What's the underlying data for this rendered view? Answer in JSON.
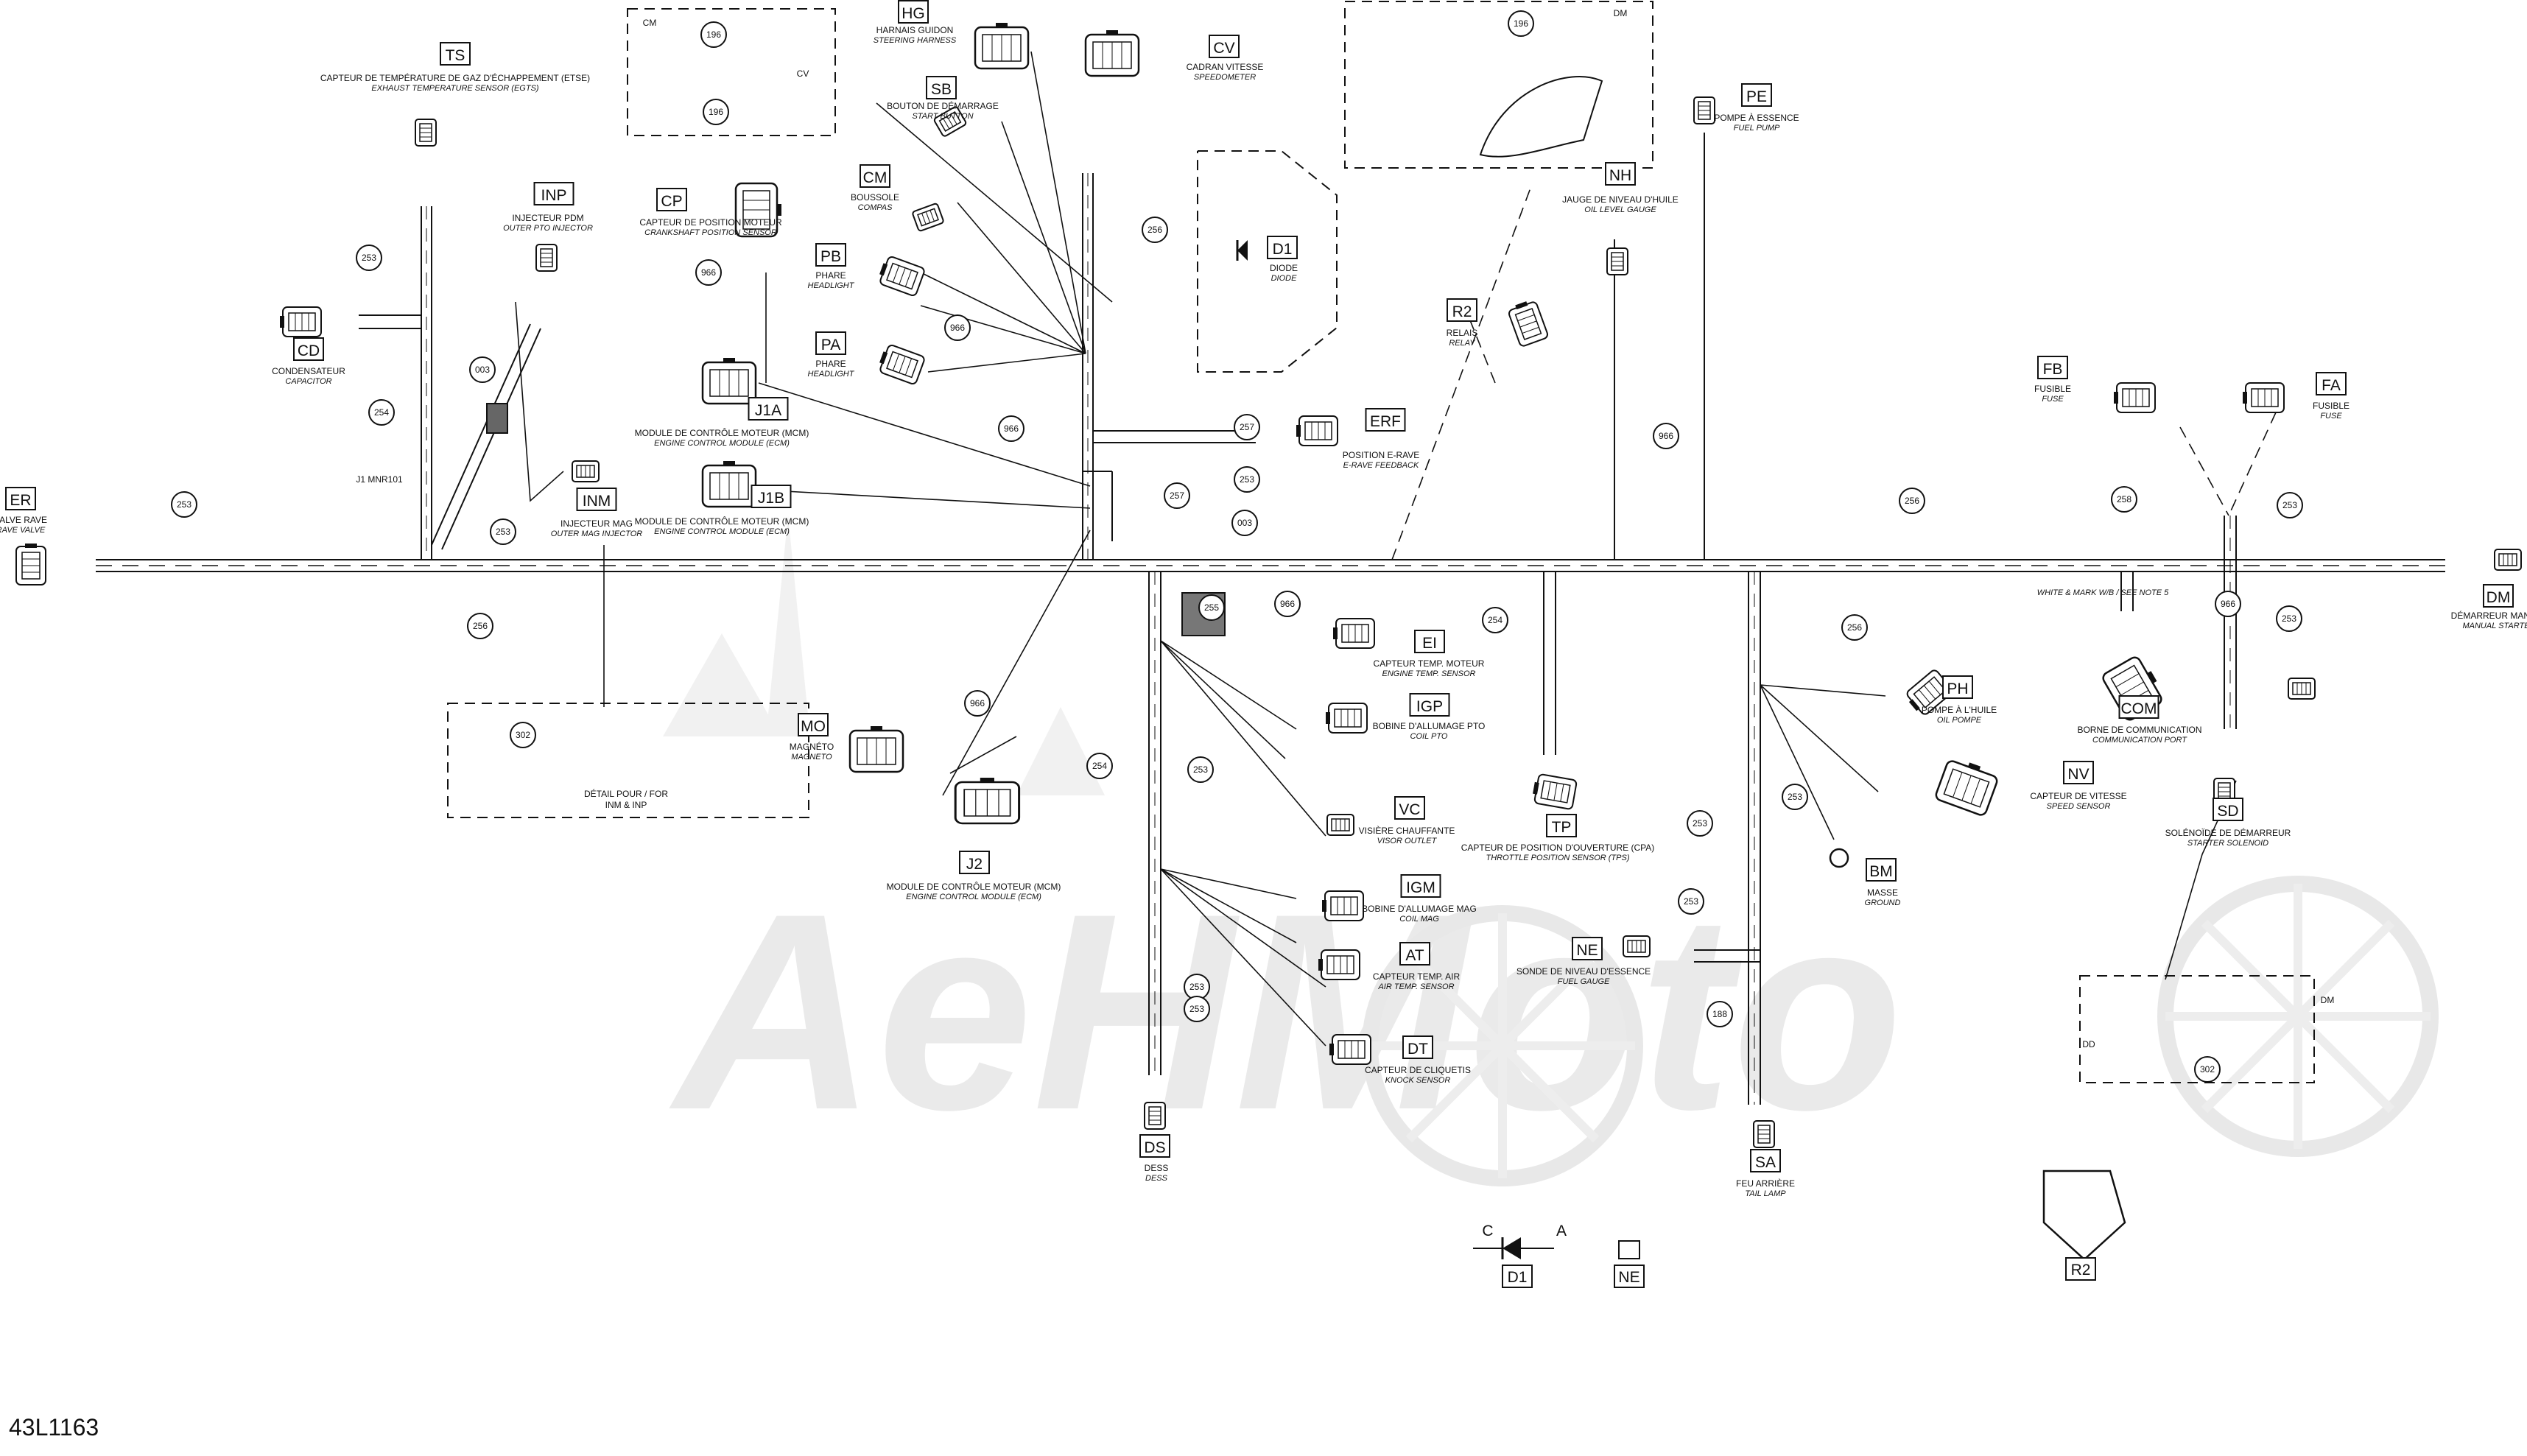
{
  "figure_ref": "43L1163",
  "watermark": "AeHMoto",
  "numbers": {
    "n253": "253",
    "n254": "254",
    "n256": "256",
    "n257": "257",
    "n255": "255",
    "n003": "003",
    "n966": "966",
    "n196": "196",
    "n302": "302",
    "n258": "258",
    "n188": "188"
  },
  "detail_labels": {
    "cm": "CM",
    "cv": "CV",
    "dm": "DM",
    "dd": "DD",
    "j1": "J1 MNR101",
    "wire_note": "WHITE & MARK W/B / SEE NOTE 5",
    "detail_inm": "DÉTAIL POUR / FOR",
    "detail_inm_codes": "INM & INP",
    "diode_c": "C",
    "diode_a": "A"
  },
  "components": {
    "TS": {
      "code": "TS",
      "fr": "CAPTEUR DE TEMPÉRATURE DE GAZ D'ÉCHAPPEMENT (ETSE)",
      "en": "EXHAUST TEMPERATURE SENSOR (EGTS)"
    },
    "INP": {
      "code": "INP",
      "fr": "INJECTEUR PDM",
      "en": "OUTER PTO INJECTOR"
    },
    "CP": {
      "code": "CP",
      "fr": "CAPTEUR DE POSITION MOTEUR",
      "en": "CRANKSHAFT POSITION SENSOR"
    },
    "HG": {
      "code": "HG",
      "fr": "HARNAIS GUIDON",
      "en": "STEERING HARNESS"
    },
    "CV": {
      "code": "CV",
      "fr": "CADRAN VITESSE",
      "en": "SPEEDOMETER"
    },
    "SB": {
      "code": "SB",
      "fr": "BOUTON DE DÉMARRAGE",
      "en": "START BUTTON"
    },
    "CM": {
      "code": "CM",
      "fr": "BOUSSOLE",
      "en": "COMPAS"
    },
    "PB": {
      "code": "PB",
      "fr": "PHARE",
      "en": "HEADLIGHT"
    },
    "PA": {
      "code": "PA",
      "fr": "PHARE",
      "en": "HEADLIGHT"
    },
    "D1": {
      "code": "D1",
      "fr": "DIODE",
      "en": "DIODE"
    },
    "R2": {
      "code": "R2",
      "fr": "RELAIS",
      "en": "RELAY"
    },
    "NH": {
      "code": "NH",
      "fr": "JAUGE DE NIVEAU D'HUILE",
      "en": "OIL LEVEL GAUGE"
    },
    "PE": {
      "code": "PE",
      "fr": "POMPE À ESSENCE",
      "en": "FUEL PUMP"
    },
    "CD": {
      "code": "CD",
      "fr": "CONDENSATEUR",
      "en": "CAPACITOR"
    },
    "J1A": {
      "code": "J1A",
      "fr": "MODULE DE CONTRÔLE MOTEUR (MCM)",
      "en": "ENGINE CONTROL MODULE (ECM)"
    },
    "J1B": {
      "code": "J1B",
      "fr": "MODULE DE CONTRÔLE MOTEUR (MCM)",
      "en": "ENGINE CONTROL MODULE (ECM)"
    },
    "ERF": {
      "code": "ERF",
      "fr": "POSITION E-RAVE",
      "en": "E-RAVE FEEDBACK"
    },
    "FB": {
      "code": "FB",
      "fr": "FUSIBLE",
      "en": "FUSE"
    },
    "FA": {
      "code": "FA",
      "fr": "FUSIBLE",
      "en": "FUSE"
    },
    "ER": {
      "code": "ER",
      "fr": "VALVE RAVE",
      "en": "RAVE VALVE"
    },
    "INM": {
      "code": "INM",
      "fr": "INJECTEUR MAG",
      "en": "OUTER MAG INJECTOR"
    },
    "DM": {
      "code": "DM",
      "fr": "DÉMARREUR MANUEL",
      "en": "MANUAL STARTER"
    },
    "EI": {
      "code": "EI",
      "fr": "CAPTEUR TEMP. MOTEUR",
      "en": "ENGINE TEMP. SENSOR"
    },
    "IGP": {
      "code": "IGP",
      "fr": "BOBINE D'ALLUMAGE PTO",
      "en": "COIL PTO"
    },
    "PH": {
      "code": "PH",
      "fr": "POMPE À L'HUILE",
      "en": "OIL POMPE"
    },
    "COM": {
      "code": "COM",
      "fr": "BORNE DE COMMUNICATION",
      "en": "COMMUNICATION PORT"
    },
    "MO": {
      "code": "MO",
      "fr": "MAGNÉTO",
      "en": "MAGNETO"
    },
    "VC": {
      "code": "VC",
      "fr": "VISIÈRE CHAUFFANTE",
      "en": "VISOR OUTLET"
    },
    "NV": {
      "code": "NV",
      "fr": "CAPTEUR DE VITESSE",
      "en": "SPEED SENSOR"
    },
    "TP": {
      "code": "TP",
      "fr": "CAPTEUR DE POSITION D'OUVERTURE (CPA)",
      "en": "THROTTLE POSITION SENSOR (TPS)"
    },
    "SD": {
      "code": "SD",
      "fr": "SOLÉNOÏDE DE DÉMARREUR",
      "en": "STARTER SOLENOID"
    },
    "J2": {
      "code": "J2",
      "fr": "MODULE DE CONTRÔLE MOTEUR (MCM)",
      "en": "ENGINE CONTROL MODULE (ECM)"
    },
    "IGM": {
      "code": "IGM",
      "fr": "BOBINE D'ALLUMAGE MAG",
      "en": "COIL MAG"
    },
    "BM": {
      "code": "BM",
      "fr": "MASSE",
      "en": "GROUND"
    },
    "AT": {
      "code": "AT",
      "fr": "CAPTEUR TEMP. AIR",
      "en": "AIR TEMP. SENSOR"
    },
    "NE": {
      "code": "NE",
      "fr": "SONDE DE NIVEAU D'ESSENCE",
      "en": "FUEL GAUGE"
    },
    "DT": {
      "code": "DT",
      "fr": "CAPTEUR DE CLIQUETIS",
      "en": "KNOCK SENSOR"
    },
    "DS": {
      "code": "DS",
      "fr": "DESS",
      "en": "DESS"
    },
    "SA": {
      "code": "SA",
      "fr": "FEU ARRIÈRE",
      "en": "TAIL LAMP"
    }
  },
  "legend": {
    "d1": "D1",
    "ne": "NE",
    "r2": "R2"
  }
}
